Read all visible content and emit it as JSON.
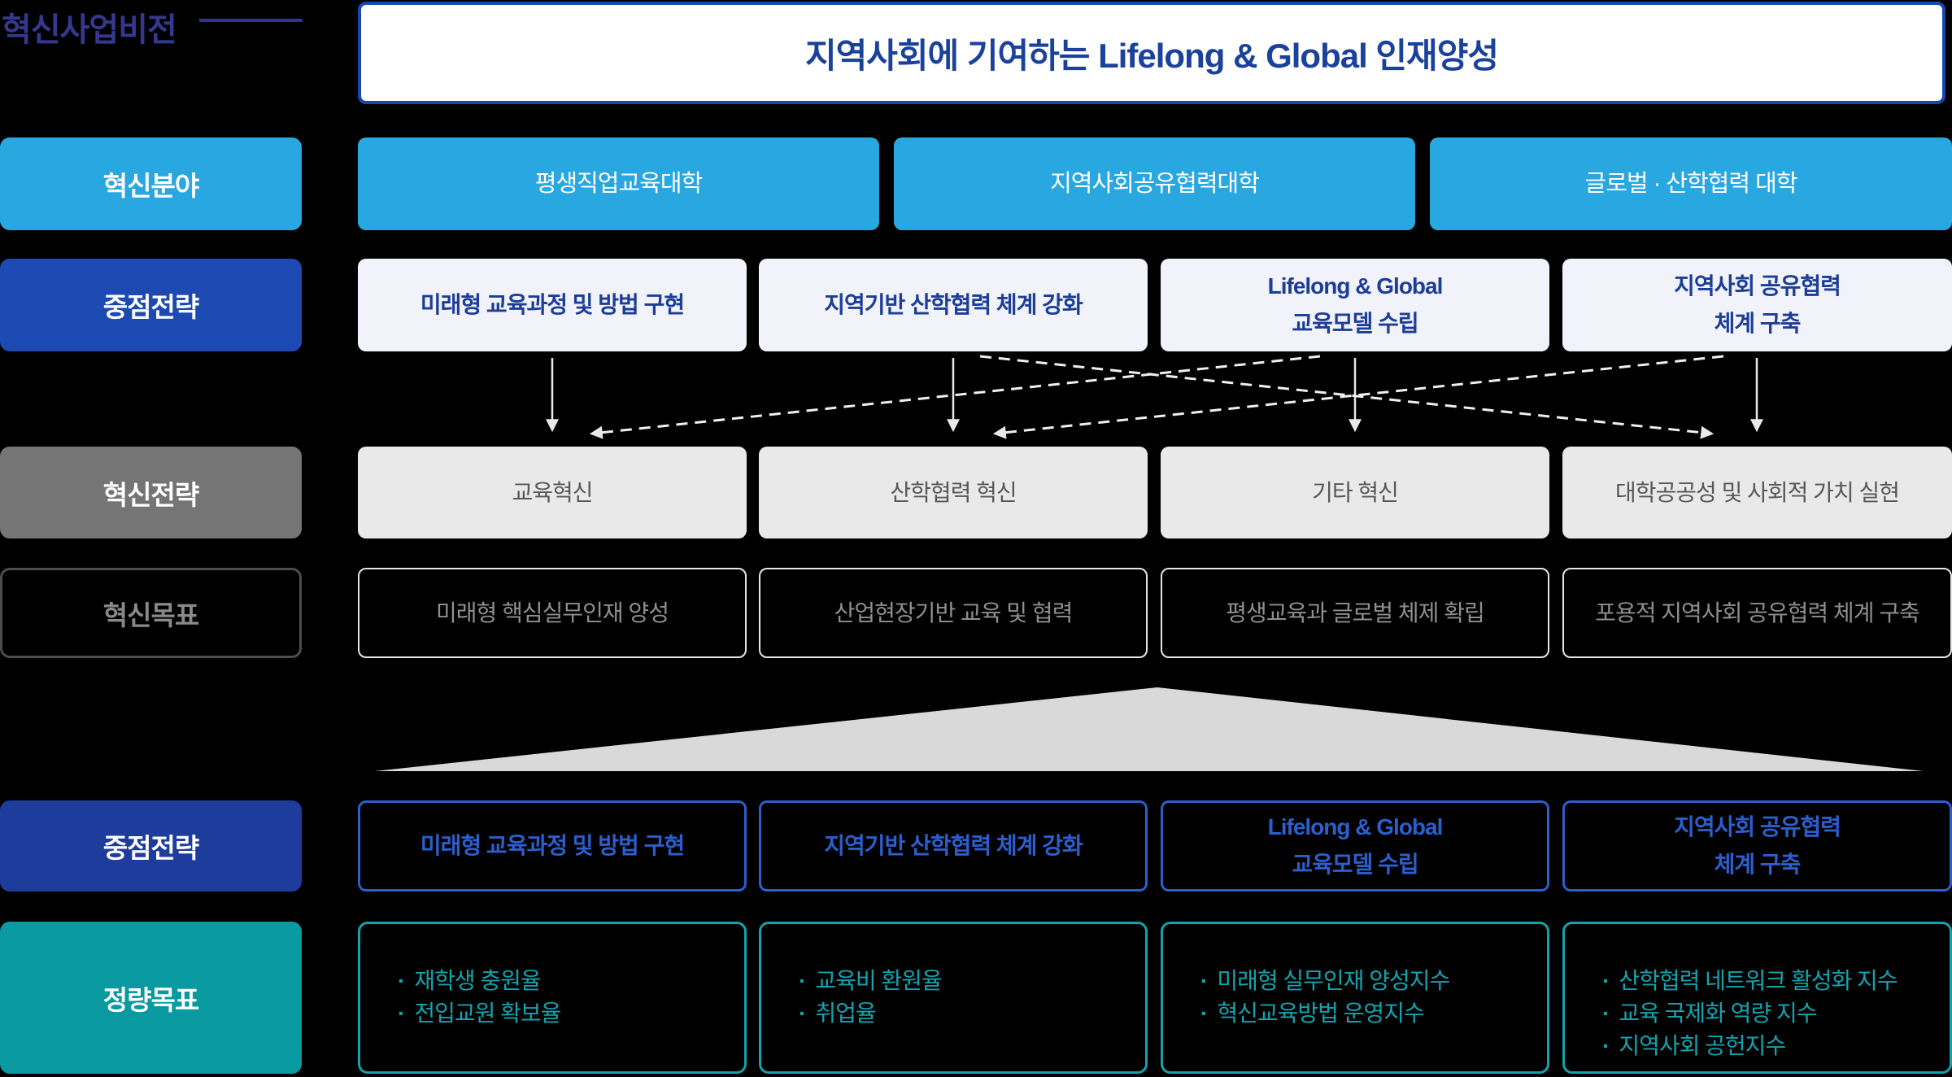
{
  "header": {
    "title": "혁신사업비전",
    "vision": "지역사회에 기여하는 Lifelong & Global 인재양성"
  },
  "row_fields": {
    "label": "혁신분야",
    "items": [
      "평생직업교육대학",
      "지역사회공유협력대학",
      "글로벌 · 산학협력 대학"
    ]
  },
  "row_strategies": {
    "label": "중점전략",
    "items": [
      {
        "lines": [
          "미래형 교육과정 및 방법 구현"
        ]
      },
      {
        "lines": [
          "지역기반 산학협력 체계 강화"
        ]
      },
      {
        "lines": [
          "Lifelong & Global",
          "교육모델 수립"
        ]
      },
      {
        "lines": [
          "지역사회 공유협력",
          "체계 구축"
        ]
      }
    ]
  },
  "row_innovation_strategies": {
    "label": "혁신전략",
    "items": [
      "교육혁신",
      "산학협력 혁신",
      "기타 혁신",
      "대학공공성 및 사회적 가치 실현"
    ]
  },
  "row_innovation_goals": {
    "label": "혁신목표",
    "items": [
      "미래형 핵심실무인재 양성",
      "산업현장기반 교육 및 협력",
      "평생교육과 글로벌 체제 확립",
      "포용적 지역사회 공유협력 체계 구축"
    ]
  },
  "row_strategies_bottom": {
    "label": "중점전략",
    "items": [
      {
        "lines": [
          "미래형 교육과정 및 방법 구현"
        ]
      },
      {
        "lines": [
          "지역기반 산학협력 체계 강화"
        ]
      },
      {
        "lines": [
          "Lifelong & Global",
          "교육모델 수립"
        ]
      },
      {
        "lines": [
          "지역사회 공유협력",
          "체계 구축"
        ]
      }
    ]
  },
  "row_quant_goals": {
    "label": "정량목표",
    "bullet_char": "·",
    "items": [
      {
        "bullets": [
          "재학생 충원율",
          "전입교원 확보율"
        ]
      },
      {
        "bullets": [
          "교육비 환원율",
          "취업율"
        ]
      },
      {
        "bullets": [
          "미래형 실무인재 양성지수",
          "혁신교육방법 운영지수"
        ]
      },
      {
        "bullets": [
          "산학협력 네트워크 활성화 지수",
          "교육 국제화 역량 지수",
          "지역사회 공헌지수"
        ]
      }
    ]
  },
  "flow": {
    "solid_arrows": [
      "col1→col1",
      "col2→col2",
      "col3→col3",
      "col4→col4"
    ],
    "dashed_arrows": [
      "col2→col4",
      "col3→col1",
      "col4→col2"
    ]
  },
  "colors": {
    "background": "#000000",
    "light_blue": "#29A7E0",
    "royal_blue": "#1C4AB2",
    "navy_blue": "#1E3C9B",
    "teal": "#0899A1",
    "gray": "#757575",
    "banner_border": "#1747B5",
    "banner_text": "#1A419C",
    "strategy_text": "#1C3E97",
    "outline_blue": "#2C5ECC",
    "outline_teal": "#12A4AE",
    "title_indigo": "#35388F",
    "triangle_gray": "#D9D9D9"
  }
}
